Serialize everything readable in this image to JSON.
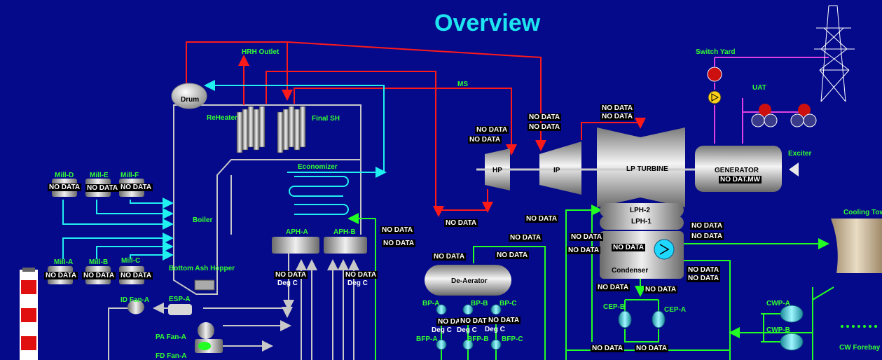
{
  "title": "Overview",
  "colors": {
    "background": "#050a8a",
    "title": "#1ee4f0",
    "label_green": "#33ff33",
    "label_cyan": "#20e8e8",
    "steam_red": "#ff1a1a",
    "water_green": "#22ff22",
    "water_cyan": "#20f0f0",
    "air_gray": "#c8c8c8",
    "magenta": "#e040e0"
  },
  "labels": {
    "hrh_outlet": "HRH Outlet",
    "ms": "MS",
    "switch_yard": "Switch Yard",
    "uat": "UAT",
    "drum": "Drum",
    "reheater": "ReHeater",
    "final_sh": "Final SH",
    "economizer": "Economizer",
    "boiler": "Boiler",
    "bottom_ash_hopper": "Bottom Ash Hopper",
    "aph_a": "APH-A",
    "aph_b": "APH-B",
    "hp": "HP",
    "ip": "IP",
    "lp_turbine": "LP TURBINE",
    "generator": "GENERATOR",
    "exciter": "Exciter",
    "lph2": "LPH-2",
    "lph1": "LPH-1",
    "condenser": "Condenser",
    "de_aerator": "De-Aerator",
    "cooling_tower": "Cooling Tow",
    "cw_forebay": "CW Forebay",
    "cwp_a": "CWP-A",
    "cwp_b": "CWP-B",
    "cep_a": "CEP-A",
    "cep_b": "CEP-B",
    "bp_a": "BP-A",
    "bp_b": "BP-B",
    "bp_c": "BP-C",
    "bfp_a": "BFP-A",
    "bfp_b": "BFP-B",
    "bfp_c": "BFP-C",
    "id_fan_a": "ID Fan-A",
    "esp_a": "ESP-A",
    "pa_fan_a": "PA Fan-A",
    "fd_fan_a": "FD Fan-A",
    "mill_d": "Mill-D",
    "mill_e": "Mill-E",
    "mill_f": "Mill-F",
    "mill_a": "Mill-A",
    "mill_b": "Mill-B",
    "mill_c": "Mill-C"
  },
  "no_data": "NO DATA",
  "deg_c": "Deg C",
  "no_da": "NO DA",
  "no_dat": "NO DAT",
  "generator_value": "NO DAT",
  "generator_unit": ".MW"
}
